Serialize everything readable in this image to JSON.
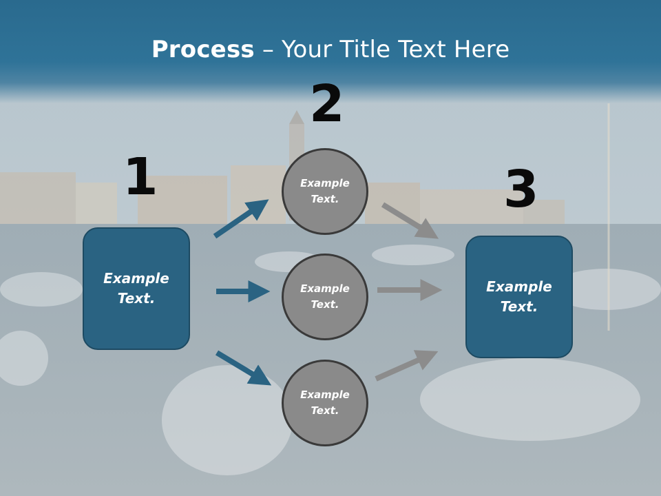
{
  "title": {
    "bold": "Process",
    "rest": " – Your Title Text Here"
  },
  "steps": [
    {
      "number": "1",
      "text": "Example\nText."
    },
    {
      "number": "2",
      "text": "Example\nText."
    },
    {
      "number": "3",
      "text": "Example\nText."
    }
  ],
  "circles": [
    {
      "text": "Example\nText."
    },
    {
      "text": "Example\nText."
    },
    {
      "text": "Example\nText."
    }
  ],
  "colors": {
    "box_fill": "#2a6382",
    "circle_fill": "#8a8a8a",
    "blue_arrow": "#2a6382",
    "gray_arrow": "#8c8c8c",
    "title_band": "#2f7398"
  }
}
